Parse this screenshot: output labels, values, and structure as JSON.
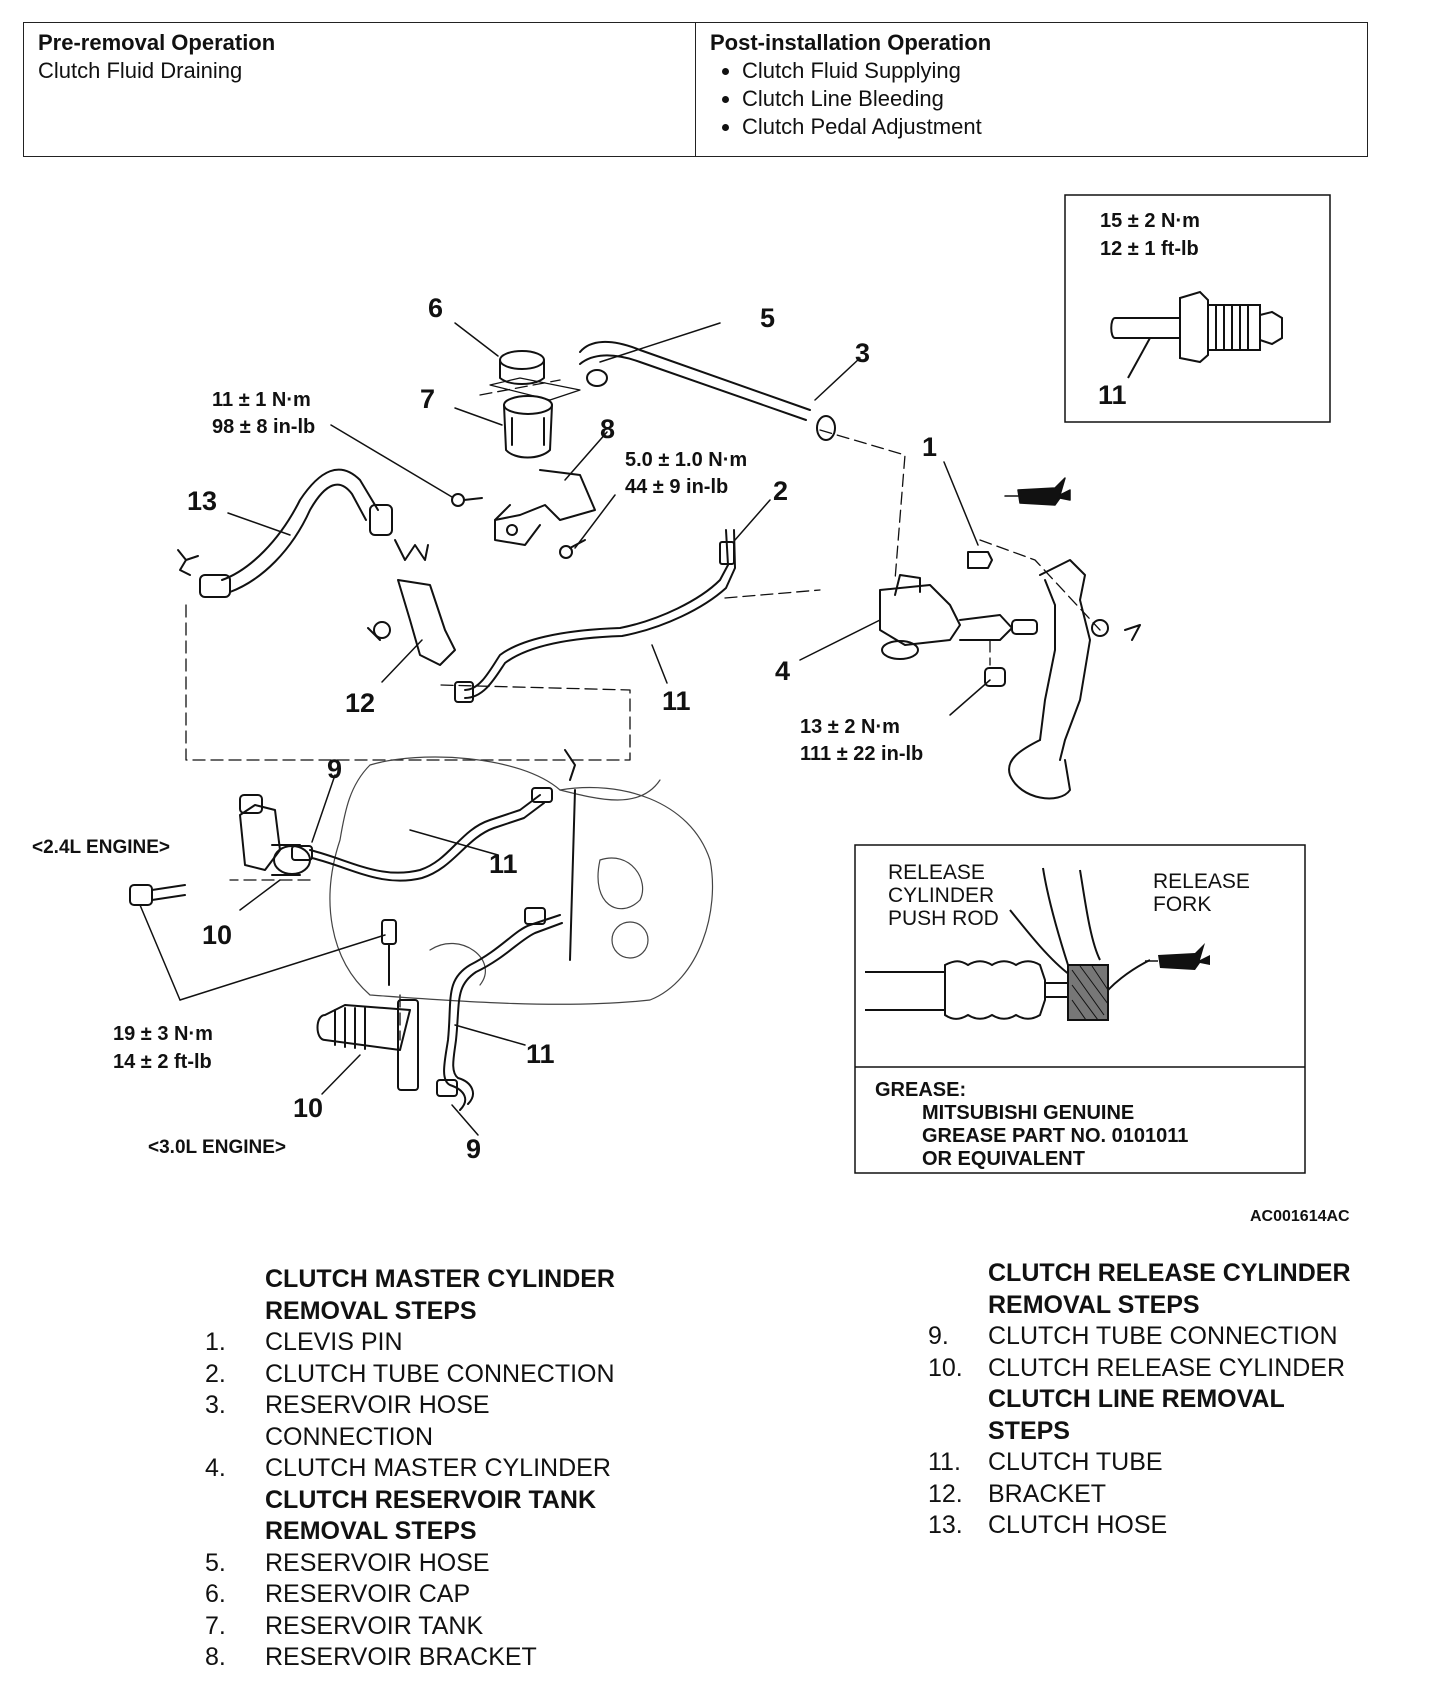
{
  "operations": {
    "pre_removal": {
      "heading": "Pre-removal Operation",
      "items": [
        "Clutch Fluid Draining"
      ]
    },
    "post_installation": {
      "heading": "Post-installation Operation",
      "items": [
        "Clutch Fluid Supplying",
        "Clutch Line Bleeding",
        "Clutch Pedal Adjustment"
      ]
    }
  },
  "diagram": {
    "part_numbers": [
      "1",
      "2",
      "3",
      "4",
      "5",
      "6",
      "7",
      "8",
      "9",
      "9",
      "10",
      "10",
      "11",
      "11",
      "11",
      "11",
      "12",
      "13"
    ],
    "torques": {
      "t_11_1": [
        "11 ± 1 N·m",
        "98 ± 8 in-lb"
      ],
      "t_5_1": [
        "5.0 ± 1.0 N·m",
        "44 ± 9 in-lb"
      ],
      "t_13_2": [
        "13 ± 2 N·m",
        "111 ± 22 in-lb"
      ],
      "t_19_3": [
        "19 ± 3 N·m",
        "14 ± 2 ft-lb"
      ],
      "t_15_2": [
        "15 ± 2 N·m",
        "12 ± 1 ft-lb"
      ]
    },
    "engines": {
      "e24": "<2.4L ENGINE>",
      "e30": "<3.0L ENGINE>"
    },
    "inset_labels": {
      "push_rod": [
        "RELEASE",
        "CYLINDER",
        "PUSH ROD"
      ],
      "fork": [
        "RELEASE",
        "FORK"
      ]
    },
    "grease_note": [
      "GREASE:",
      "MITSUBISHI GENUINE",
      "GREASE PART NO. 0101011",
      "OR EQUIVALENT"
    ],
    "figure_id": "AC001614AC"
  },
  "steps": {
    "left": [
      {
        "type": "heading",
        "text": "CLUTCH MASTER CYLINDER"
      },
      {
        "type": "heading",
        "text": "REMOVAL STEPS"
      },
      {
        "type": "item",
        "num": "1.",
        "text": "CLEVIS PIN"
      },
      {
        "type": "item",
        "num": "2.",
        "text": "CLUTCH TUBE CONNECTION"
      },
      {
        "type": "item",
        "num": "3.",
        "text": "RESERVOIR HOSE"
      },
      {
        "type": "item",
        "num": "",
        "text": "CONNECTION"
      },
      {
        "type": "item",
        "num": "4.",
        "text": "CLUTCH MASTER CYLINDER"
      },
      {
        "type": "heading",
        "text": "CLUTCH RESERVOIR TANK"
      },
      {
        "type": "heading",
        "text": "REMOVAL STEPS"
      },
      {
        "type": "item",
        "num": "5.",
        "text": "RESERVOIR HOSE"
      },
      {
        "type": "item",
        "num": "6.",
        "text": "RESERVOIR CAP"
      },
      {
        "type": "item",
        "num": "7.",
        "text": "RESERVOIR TANK"
      },
      {
        "type": "item",
        "num": "8.",
        "text": "RESERVOIR BRACKET"
      }
    ],
    "right": [
      {
        "type": "heading",
        "text": "CLUTCH RELEASE CYLINDER"
      },
      {
        "type": "heading",
        "text": "REMOVAL STEPS"
      },
      {
        "type": "item",
        "num": "9.",
        "text": "CLUTCH TUBE CONNECTION"
      },
      {
        "type": "item",
        "num": "10.",
        "text": "CLUTCH RELEASE CYLINDER"
      },
      {
        "type": "heading",
        "text": "CLUTCH LINE REMOVAL"
      },
      {
        "type": "heading",
        "text": "STEPS"
      },
      {
        "type": "item",
        "num": "11.",
        "text": "CLUTCH TUBE"
      },
      {
        "type": "item",
        "num": "12.",
        "text": "BRACKET"
      },
      {
        "type": "item",
        "num": "13.",
        "text": "CLUTCH HOSE"
      }
    ]
  }
}
